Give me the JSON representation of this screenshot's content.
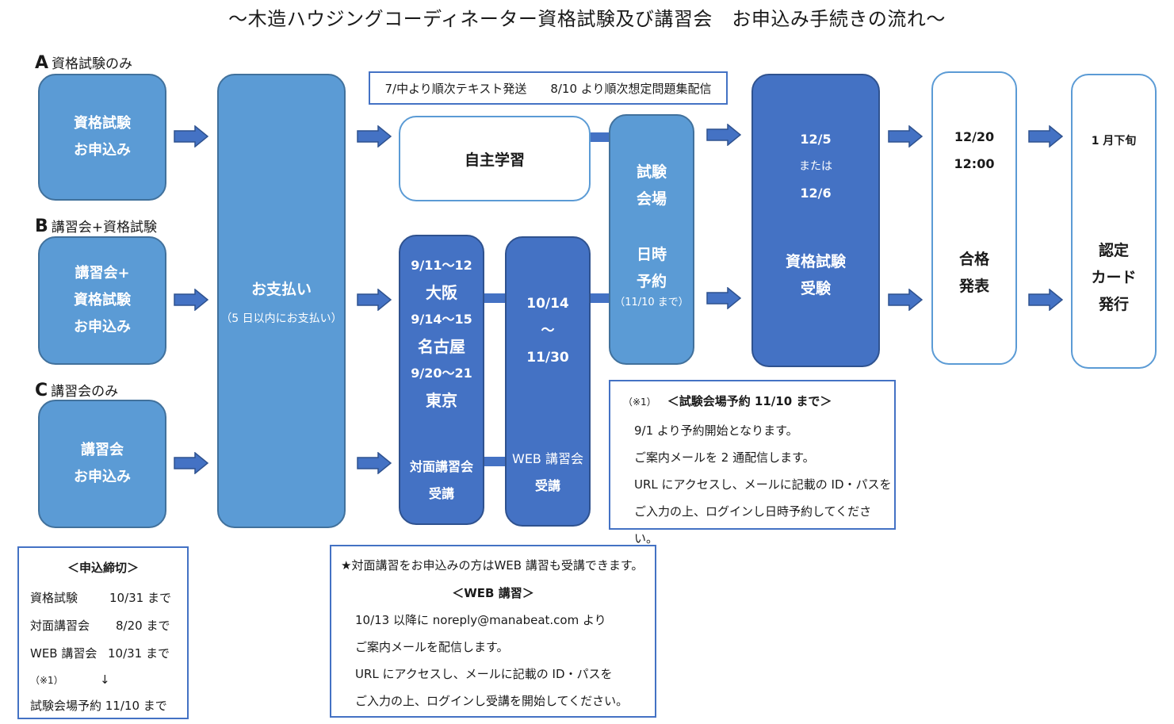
{
  "title": "～木造ハウジングコーディネーター資格試験及び講習会　お申込み手続きの流れ～",
  "groups": {
    "a": {
      "letter": "A",
      "label": "資格試験のみ",
      "box": [
        "資格試験",
        "お申込み"
      ]
    },
    "b": {
      "letter": "B",
      "label": "講習会+資格試験",
      "box": [
        "講習会+",
        "資格試験",
        "お申込み"
      ]
    },
    "c": {
      "letter": "C",
      "label": "講習会のみ",
      "box": [
        "講習会",
        "お申込み"
      ]
    }
  },
  "payment": {
    "title": "お支払い",
    "note": "（5 日以内にお支払い）"
  },
  "shipping_note": "7/中より順次テキスト発送　　8/10 より順次想定問題集配信",
  "self_study": "自主学習",
  "venue": {
    "lines": [
      "試験",
      "会場"
    ],
    "lines2": [
      "日時",
      "予約"
    ],
    "deadline": "（11/10 まで）"
  },
  "face_to_face": {
    "d1": "9/11～12",
    "c1": "大阪",
    "d2": "9/14～15",
    "c2": "名古屋",
    "d3": "9/20～21",
    "c3": "東京",
    "label1": "対面講習会",
    "label2": "受講"
  },
  "web": {
    "from": "10/14",
    "tilde": "～",
    "to": "11/30",
    "label1": "WEB 講習会",
    "label2": "受講"
  },
  "exam": {
    "d1": "12/5",
    "or": "または",
    "d2": "12/6",
    "label1": "資格試験",
    "label2": "受験"
  },
  "result": {
    "date": "12/20",
    "time": "12:00",
    "label1": "合格",
    "label2": "発表"
  },
  "card": {
    "date": "1 月下旬",
    "label1": "認定",
    "label2": "カード",
    "label3": "発行"
  },
  "venue_note": {
    "mark": "（※1）",
    "heading": "＜試験会場予約  11/10 まで＞",
    "lines": [
      "9/1 より予約開始となります。",
      "ご案内メールを 2 通配信します。",
      "URL にアクセスし、メールに記載の ID・パスを",
      "ご入力の上、ログインし日時予約してください。"
    ]
  },
  "deadline_note": {
    "heading": "＜申込締切＞",
    "rows": [
      [
        "資格試験",
        "10/31 まで"
      ],
      [
        "対面講習会",
        "8/20 まで"
      ],
      [
        "WEB 講習会",
        "10/31 まで"
      ]
    ],
    "mark": "（※1）",
    "down": "↓",
    "last": "試験会場予約 11/10 まで"
  },
  "web_note": {
    "star": "★対面講習をお申込みの方はWEB 講習も受講できます。",
    "heading": "＜WEB 講習＞",
    "lines": [
      "10/13 以降に noreply@manabeat.com より",
      "ご案内メールを配信します。",
      "URL にアクセスし、メールに記載の ID・パスを",
      "ご入力の上、ログインし受講を開始してください。"
    ]
  },
  "colors": {
    "light_blue": "#5b9bd5",
    "dark_blue": "#4472c4",
    "border_dark": "#2f528f"
  }
}
